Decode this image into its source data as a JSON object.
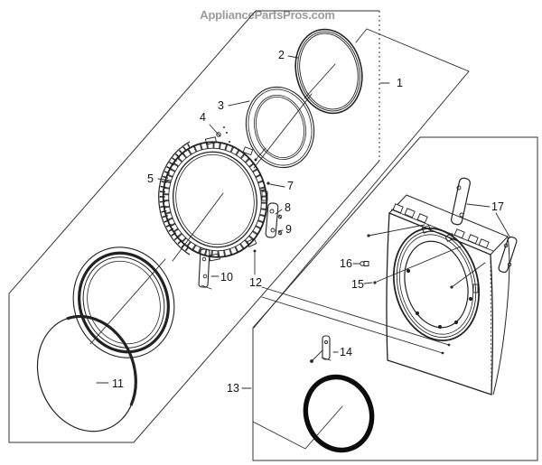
{
  "watermark": {
    "text": "AppliancePartsPros.com",
    "color": "#9b9b9b"
  },
  "callouts": {
    "n1": "1",
    "n2": "2",
    "n3": "3",
    "n4": "4",
    "n5": "5",
    "n7": "7",
    "n8": "8",
    "n9": "9",
    "n10": "10",
    "n11": "11",
    "n12": "12",
    "n13": "13",
    "n14": "14",
    "n15": "15",
    "n16": "16",
    "n17": "17"
  },
  "colors": {
    "line": "#2b2b2b",
    "seal": "#0c0c0c",
    "watermark": "#9b9b9b",
    "background": "#ffffff"
  }
}
